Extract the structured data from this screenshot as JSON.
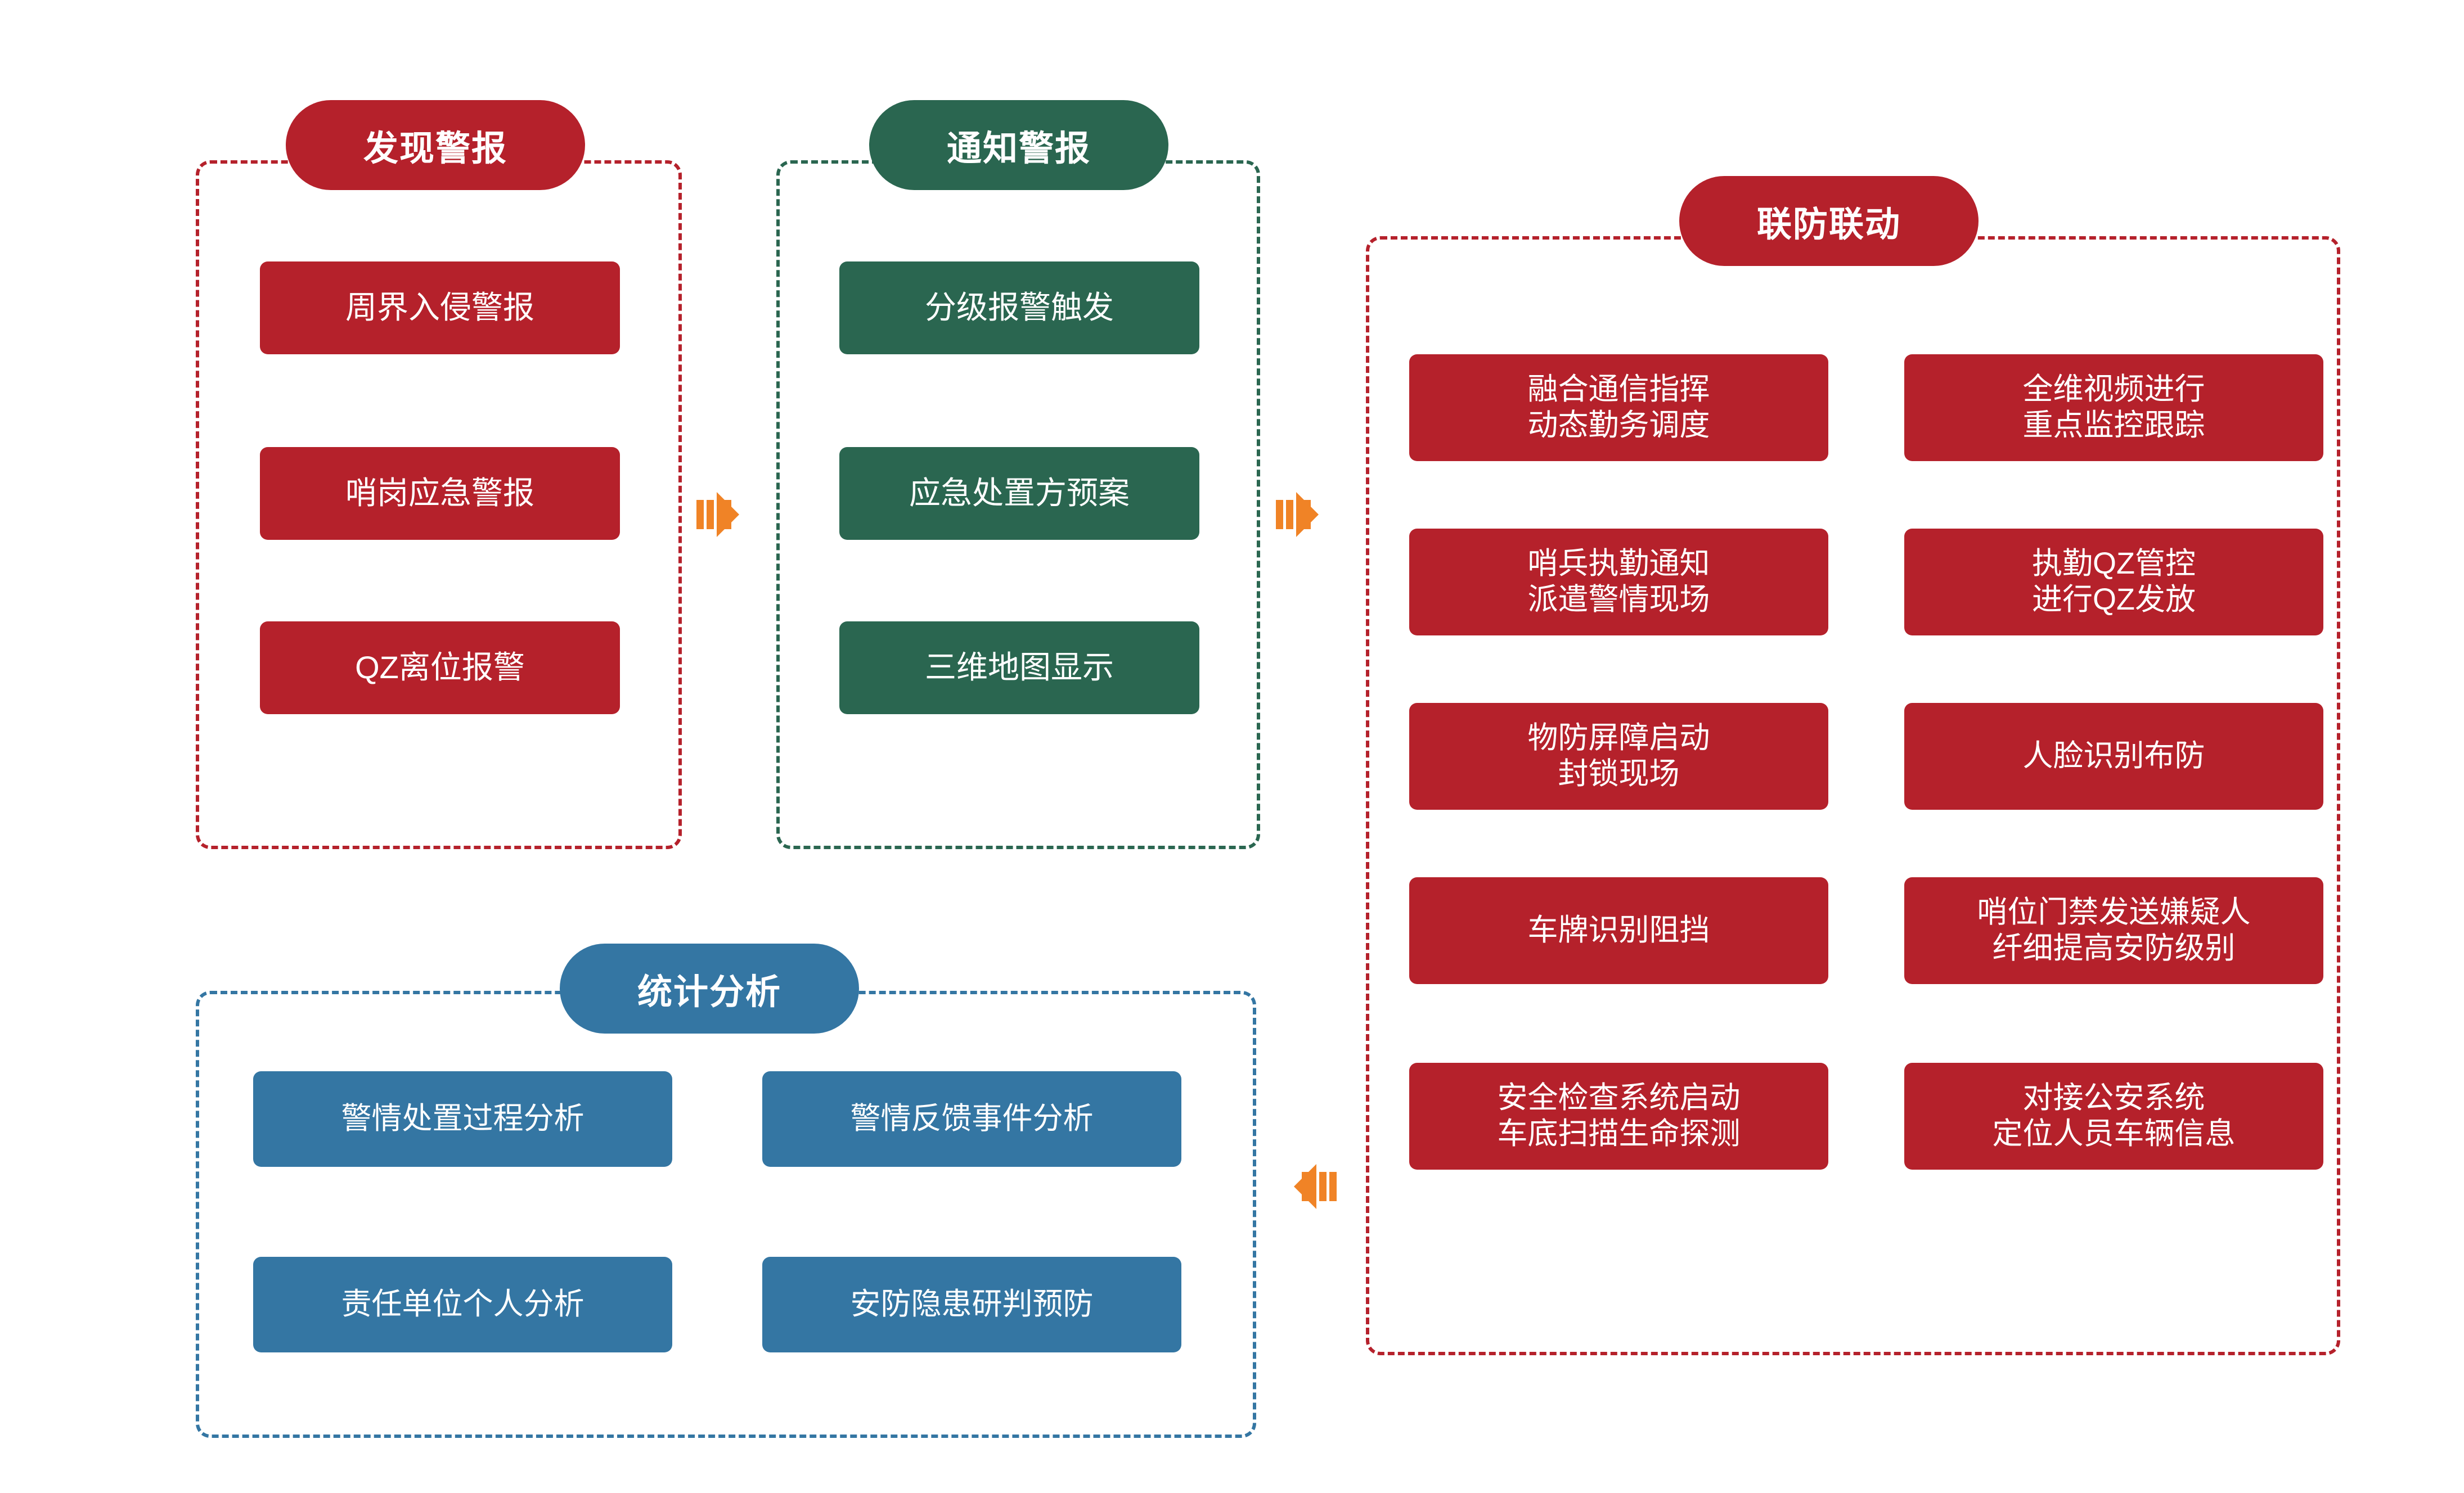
{
  "colors": {
    "red": "#B5212B",
    "green": "#2A6650",
    "blue": "#3476A3",
    "orange": "#F08326",
    "white": "#FFFFFF"
  },
  "panels": {
    "detect_alarm": {
      "title": "发现警报",
      "accent": "#B5212B",
      "items": [
        {
          "line1": "周界入侵警报"
        },
        {
          "line1": "哨岗应急警报"
        },
        {
          "line1": "QZ离位报警"
        }
      ]
    },
    "notify_alarm": {
      "title": "通知警报",
      "accent": "#2A6650",
      "items": [
        {
          "line1": "分级报警触发"
        },
        {
          "line1": "应急处置方预案"
        },
        {
          "line1": "三维地图显示"
        }
      ]
    },
    "joint_defense": {
      "title": "联防联动",
      "accent": "#B5212B",
      "left_items": [
        {
          "line1": "融合通信指挥",
          "line2": "动态勤务调度"
        },
        {
          "line1": "哨兵执勤通知",
          "line2": "派遣警情现场"
        },
        {
          "line1": "物防屏障启动",
          "line2": "封锁现场"
        },
        {
          "line1": "车牌识别阻挡",
          "line2": ""
        },
        {
          "line1": "安全检查系统启动",
          "line2": "车底扫描生命探测"
        }
      ],
      "right_items": [
        {
          "line1": "全维视频进行",
          "line2": "重点监控跟踪"
        },
        {
          "line1": "执勤QZ管控",
          "line2": "进行QZ发放"
        },
        {
          "line1": "人脸识别布防",
          "line2": ""
        },
        {
          "line1": "哨位门禁发送嫌疑人",
          "line2": "纤细提高安防级别"
        },
        {
          "line1": "对接公安系统",
          "line2": "定位人员车辆信息"
        }
      ]
    },
    "statistics": {
      "title": "统计分析",
      "accent": "#3476A3",
      "items": [
        {
          "line1": "警情处置过程分析"
        },
        {
          "line1": "警情反馈事件分析"
        },
        {
          "line1": "责任单位个人分析"
        },
        {
          "line1": "安防隐患研判预防"
        }
      ]
    }
  },
  "arrows": [
    {
      "name": "arrow-detect-to-notify",
      "direction": "right"
    },
    {
      "name": "arrow-notify-to-joint",
      "direction": "right"
    },
    {
      "name": "arrow-joint-to-statistics",
      "direction": "left"
    }
  ]
}
